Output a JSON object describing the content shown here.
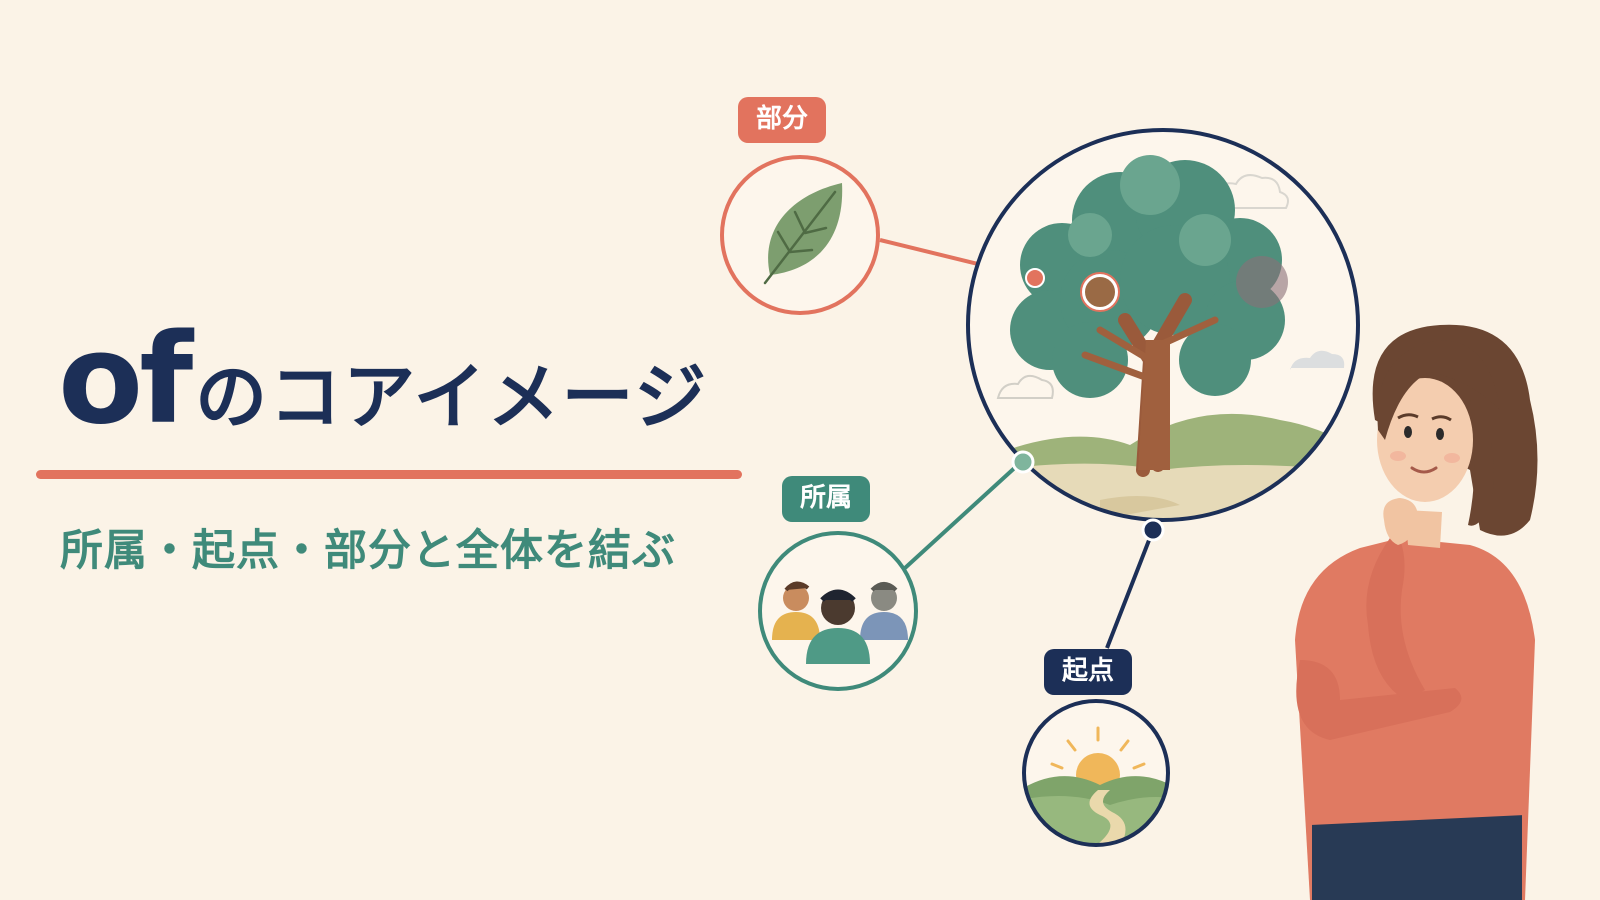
{
  "title": {
    "prefix": "of",
    "main": "のコアイメージ"
  },
  "subtitle": "所属・起点・部分と全体を結ぶ",
  "labels": {
    "part": "部分",
    "affiliation": "所属",
    "origin": "起点"
  },
  "icons": {
    "part": "leaf-icon",
    "affiliation": "people-group-icon",
    "origin": "sunrise-path-icon",
    "whole": "tree-illustration",
    "person": "thinking-woman-illustration"
  },
  "colors": {
    "background": "#fbf3e7",
    "navy": "#1c2f57",
    "coral": "#e2735e",
    "teal": "#3f8a7a"
  }
}
